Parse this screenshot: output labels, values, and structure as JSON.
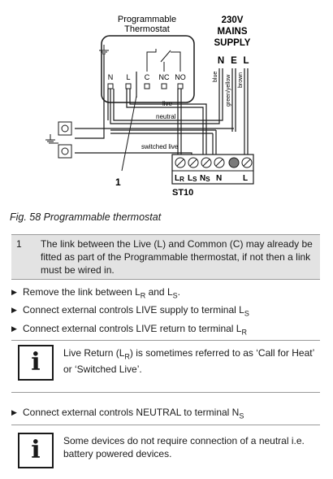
{
  "diagram": {
    "thermostat_title_1": "Programmable",
    "thermostat_title_2": "Thermostat",
    "thermostat_terminals": [
      "N",
      "L",
      "C",
      "NC",
      "NO"
    ],
    "mains_1": "230V",
    "mains_2": "MAINS",
    "mains_3": "SUPPLY",
    "mains_terminals": [
      "N",
      "E",
      "L"
    ],
    "wire_colors": [
      "blue",
      "green/yellow",
      "brown"
    ],
    "wire_live": "live",
    "wire_neutral": "neutral",
    "wire_switched": "switched live",
    "callout": "1",
    "block_label": "ST10",
    "block_terminals": [
      "LR",
      "LS",
      "NS",
      "N",
      "L"
    ]
  },
  "caption": "Fig. 58  Programmable thermostat",
  "legend": {
    "number": "1",
    "text": "The link between the Live (L) and Common (C) may already be fitted as part of the Programmable thermostat, if not then a link must be wired in."
  },
  "steps": {
    "s1_a": "Remove the link between L",
    "s1_sub1": "R",
    "s1_b": " and L",
    "s1_sub2": "S",
    "s1_c": ".",
    "s2_a": "Connect external controls LIVE supply to terminal L",
    "s2_sub": "S",
    "s3_a": "Connect external controls LIVE return to terminal L",
    "s3_sub": "R",
    "s4_a": "Connect external controls NEUTRAL to terminal N",
    "s4_sub": "S"
  },
  "note1": {
    "icon": "i",
    "a": "Live Return (L",
    "sub": "R",
    "b": ") is sometimes referred to as ‘Call for Heat’ or ‘Switched Live’."
  },
  "note2": {
    "icon": "i",
    "text": "Some devices do not require connection of a neutral i.e. battery powered devices."
  }
}
